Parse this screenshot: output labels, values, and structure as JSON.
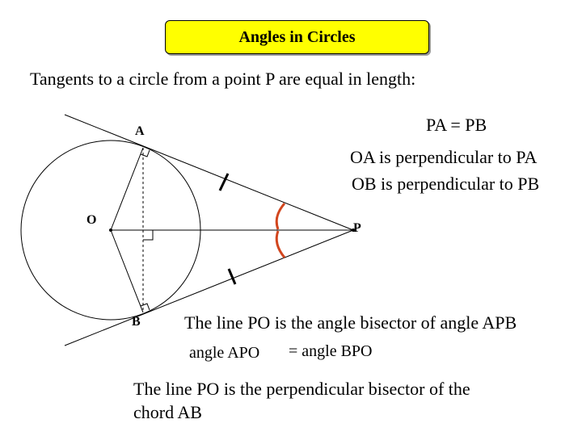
{
  "title": "Angles in Circles",
  "intro": "Tangents to a circle from a point P are equal in length:",
  "equalities": {
    "pa_pb": "PA = PB",
    "oa_perp": "OA is perpendicular to PA",
    "ob_perp": "OB is perpendicular to PB",
    "po_bisector": "The line PO is the angle bisector of angle APB",
    "angle_apo": "angle APO",
    "angle_bpo": "= angle BPO",
    "perp_bisector": "The line PO is the perpendicular bisector of the chord AB"
  },
  "points": {
    "A": "A",
    "O": "O",
    "P": "P",
    "B": "B"
  },
  "colors": {
    "title_bg": "#ffff00",
    "angle_arc": "#d2461e"
  }
}
